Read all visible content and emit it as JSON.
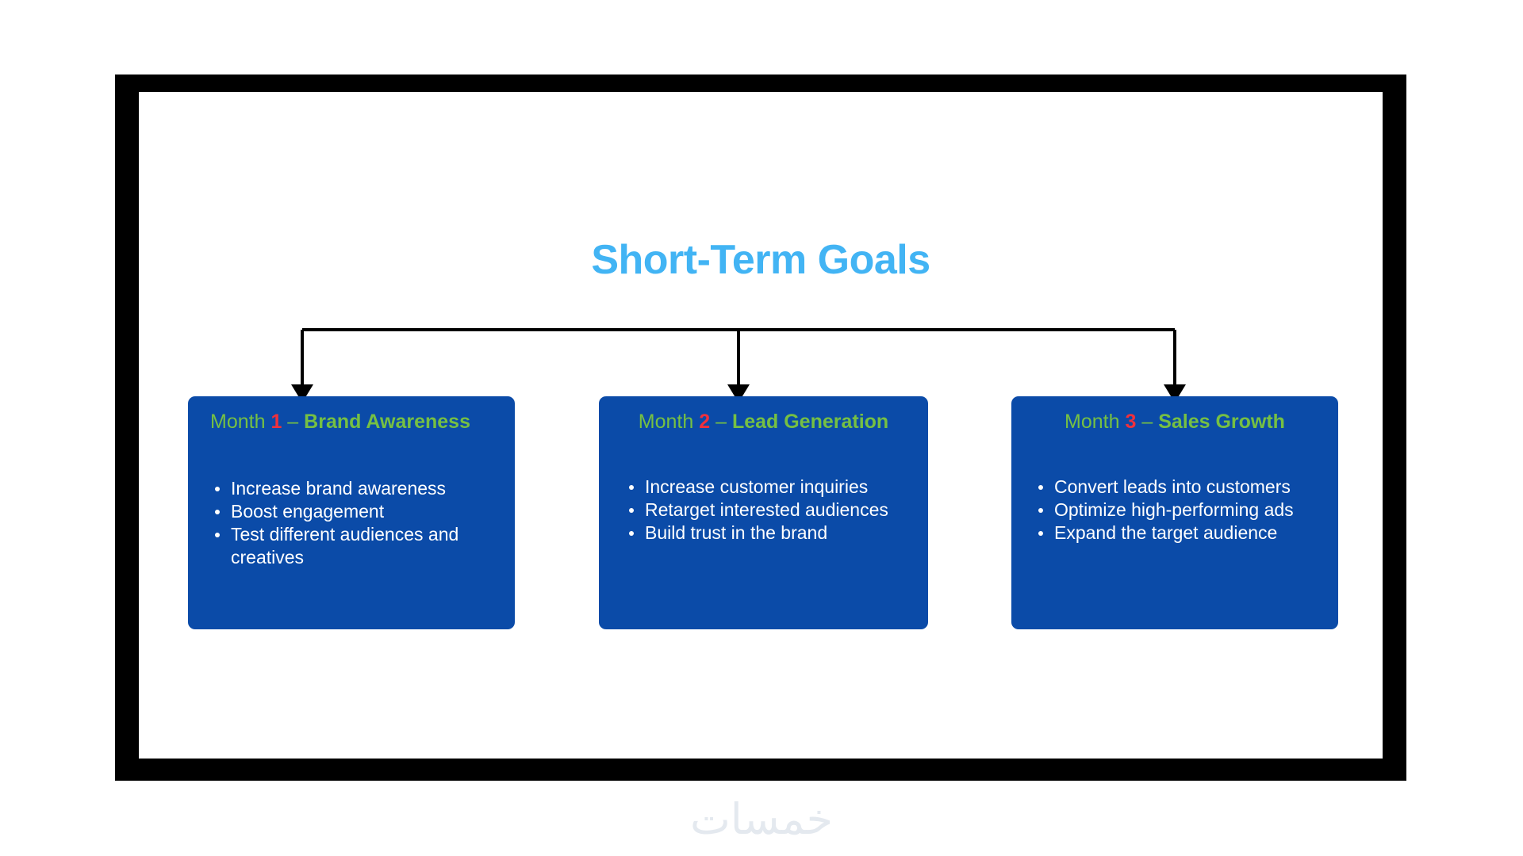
{
  "slide": {
    "title": "Short-Term Goals",
    "title_color": "#42b4f4",
    "frame_color": "#000000",
    "canvas_color": "#ffffff",
    "card_color": "#0b4ba8",
    "accent_green": "#76c043",
    "accent_red": "#f0303c",
    "connector_color": "#000000"
  },
  "cards": [
    {
      "header": {
        "month_label": "Month",
        "number": "1",
        "dash": "–",
        "topic": "Brand Awareness"
      },
      "bullets": [
        "Increase brand awareness",
        "Boost engagement",
        "Test different audiences and creatives"
      ]
    },
    {
      "header": {
        "month_label": "Month",
        "number": "2",
        "dash": "–",
        "topic": "Lead Generation"
      },
      "bullets": [
        "Increase customer inquiries",
        "Retarget interested audiences",
        "Build trust in the brand"
      ]
    },
    {
      "header": {
        "month_label": "Month",
        "number": "3",
        "dash": "–",
        "topic": "Sales Growth"
      },
      "bullets": [
        "Convert leads into customers",
        "Optimize high-performing ads",
        "Expand the target audience"
      ]
    }
  ],
  "watermark": {
    "text": "خمسات"
  }
}
